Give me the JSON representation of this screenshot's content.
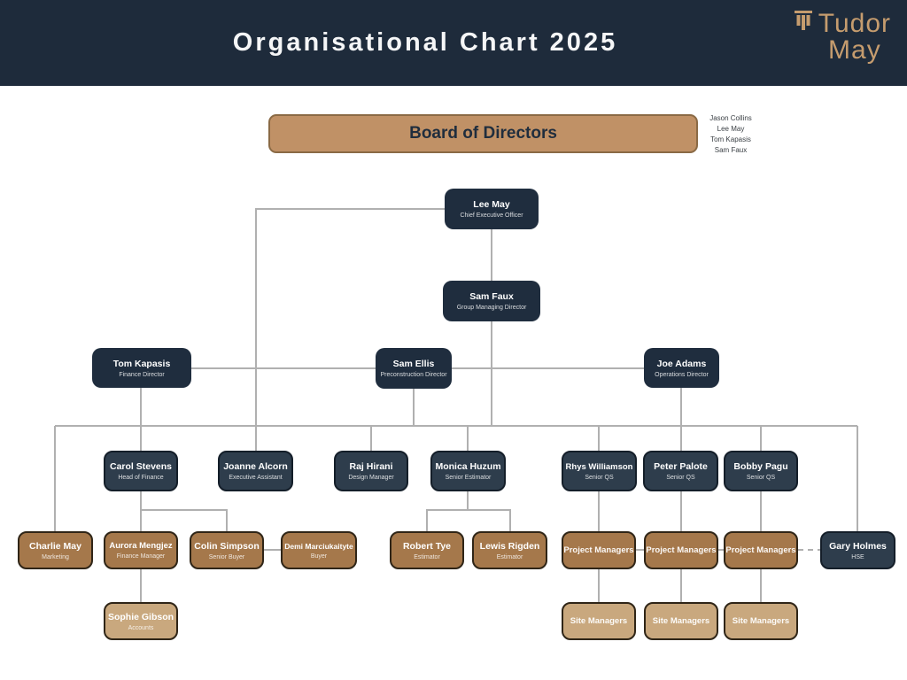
{
  "header": {
    "title": "Organisational Chart 2025",
    "logo_line1": "Tudor",
    "logo_line2": "May"
  },
  "board": {
    "label": "Board of Directors",
    "members": [
      "Jason Collins",
      "Lee May",
      "Tom Kapasis",
      "Sam Faux"
    ]
  },
  "nodes": {
    "lee_may": {
      "name": "Lee May",
      "title": "Chief Executive Officer"
    },
    "sam_faux": {
      "name": "Sam Faux",
      "title": "Group Managing Director"
    },
    "tom_kapasis": {
      "name": "Tom Kapasis",
      "title": "Finance Director"
    },
    "sam_ellis": {
      "name": "Sam Ellis",
      "title": "Preconstruction Director"
    },
    "joe_adams": {
      "name": "Joe Adams",
      "title": "Operations Director"
    },
    "carol_stevens": {
      "name": "Carol Stevens",
      "title": "Head of Finance"
    },
    "joanne_alcorn": {
      "name": "Joanne Alcorn",
      "title": "Executive Assistant"
    },
    "raj_hirani": {
      "name": "Raj Hirani",
      "title": "Design Manager"
    },
    "monica_huzum": {
      "name": "Monica Huzum",
      "title": "Senior Estimator"
    },
    "rhys_williamson": {
      "name": "Rhys Williamson",
      "title": "Senior QS"
    },
    "peter_palote": {
      "name": "Peter Palote",
      "title": "Senior QS"
    },
    "bobby_pagu": {
      "name": "Bobby Pagu",
      "title": "Senior QS"
    },
    "charlie_may": {
      "name": "Charlie May",
      "title": "Marketing"
    },
    "aurora_mengjez": {
      "name": "Aurora Mengjez",
      "title": "Finance Manager"
    },
    "colin_simpson": {
      "name": "Colin Simpson",
      "title": "Senior Buyer"
    },
    "demi_marciukaityte": {
      "name": "Demi Marciukaityte",
      "title": "Buyer"
    },
    "robert_tye": {
      "name": "Robert Tye",
      "title": "Estimator"
    },
    "lewis_rigden": {
      "name": "Lewis Rigden",
      "title": "Estimator"
    },
    "project_managers_1": {
      "name": "Project Managers"
    },
    "project_managers_2": {
      "name": "Project Managers"
    },
    "project_managers_3": {
      "name": "Project Managers"
    },
    "gary_holmes": {
      "name": "Gary Holmes",
      "title": "HSE"
    },
    "sophie_gibson": {
      "name": "Sophie Gibson",
      "title": "Accounts"
    },
    "site_managers_1": {
      "name": "Site Managers"
    },
    "site_managers_2": {
      "name": "Site Managers"
    },
    "site_managers_3": {
      "name": "Site Managers"
    }
  },
  "colors": {
    "header_navy": "#1e2b3b",
    "node_navy": "#1f2d3e",
    "node_slate": "#2e3d4c",
    "node_brown": "#a5784b",
    "node_tan": "#c9a87e",
    "board_tan": "#c09166",
    "brand_gold": "#c59c6e",
    "line_gray": "#b0b0b0"
  }
}
